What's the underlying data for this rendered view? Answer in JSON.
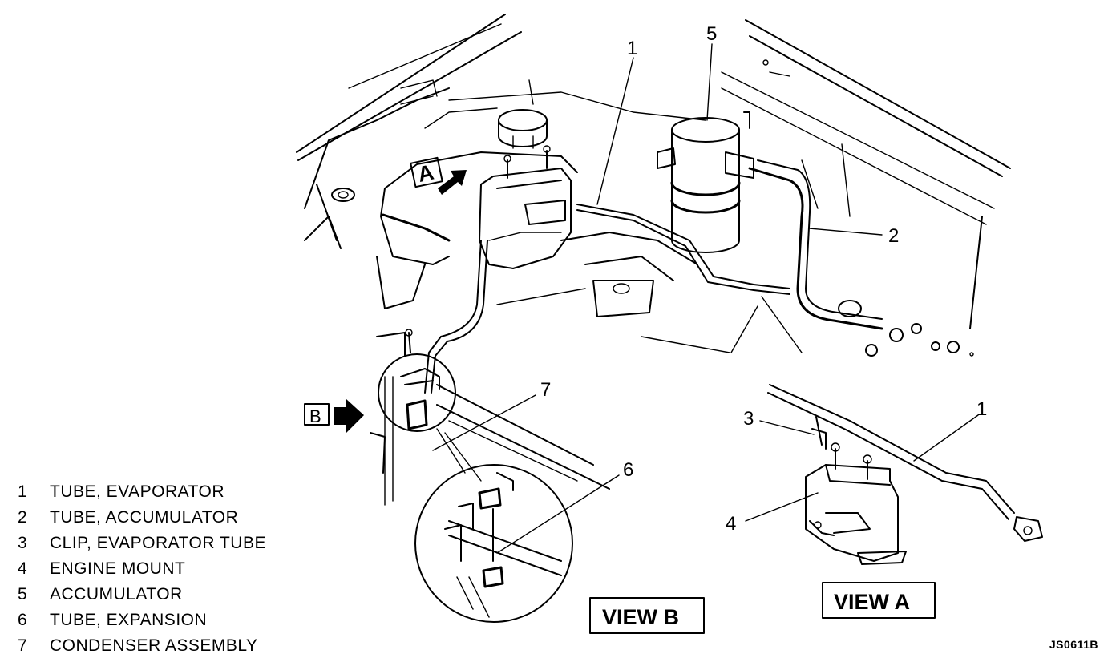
{
  "callouts": {
    "c1_top": "1",
    "c5": "5",
    "c2": "2",
    "c7": "7",
    "c6": "6",
    "c3": "3",
    "c1_view_a": "1",
    "c4": "4"
  },
  "view_markers": {
    "a": "A",
    "b": "B"
  },
  "view_labels": {
    "view_b": "VIEW B",
    "view_a": "VIEW A"
  },
  "legend": [
    {
      "number": "1",
      "text": "TUBE, EVAPORATOR"
    },
    {
      "number": "2",
      "text": "TUBE, ACCUMULATOR"
    },
    {
      "number": "3",
      "text": "CLIP, EVAPORATOR TUBE"
    },
    {
      "number": "4",
      "text": "ENGINE MOUNT"
    },
    {
      "number": "5",
      "text": "ACCUMULATOR"
    },
    {
      "number": "6",
      "text": "TUBE, EXPANSION"
    },
    {
      "number": "7",
      "text": "CONDENSER ASSEMBLY"
    }
  ],
  "document_id": "JS0611B"
}
